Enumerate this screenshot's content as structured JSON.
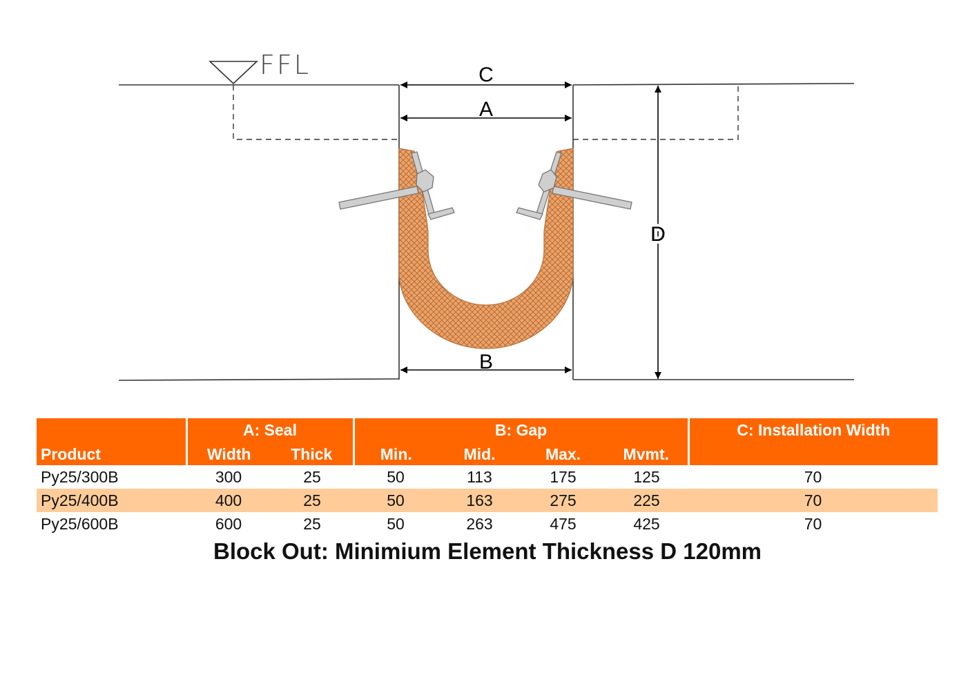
{
  "diagram": {
    "ffl_label": "FFL",
    "dim_labels": {
      "c": "C",
      "a": "A",
      "b": "B",
      "d": "D"
    },
    "colors": {
      "seal_fill": "#f4a15e",
      "seal_hatch": "#9a6a4a",
      "anchor_fill": "#cfcfcf",
      "anchor_stroke": "#777777",
      "line": "#333333"
    }
  },
  "table": {
    "group_headers": {
      "seal": "A: Seal",
      "gap": "B: Gap",
      "install": "C: Installation Width"
    },
    "sub_headers": {
      "product": "Product",
      "width": "Width",
      "thick": "Thick",
      "min": "Min.",
      "mid": "Mid.",
      "max": "Max.",
      "mvmt": "Mvmt."
    },
    "rows": [
      {
        "product": "Py25/300B",
        "width": "300",
        "thick": "25",
        "min": "50",
        "mid": "113",
        "max": "175",
        "mvmt": "125",
        "install": "70"
      },
      {
        "product": "Py25/400B",
        "width": "400",
        "thick": "25",
        "min": "50",
        "mid": "163",
        "max": "275",
        "mvmt": "225",
        "install": "70"
      },
      {
        "product": "Py25/600B",
        "width": "600",
        "thick": "25",
        "min": "50",
        "mid": "263",
        "max": "475",
        "mvmt": "425",
        "install": "70"
      }
    ],
    "colors": {
      "header_bg": "#ff6600",
      "header_text": "#ffffff",
      "alt_row_bg": "#ffcc99"
    }
  },
  "footnote": "Block Out: Minimium Element Thickness D 120mm"
}
